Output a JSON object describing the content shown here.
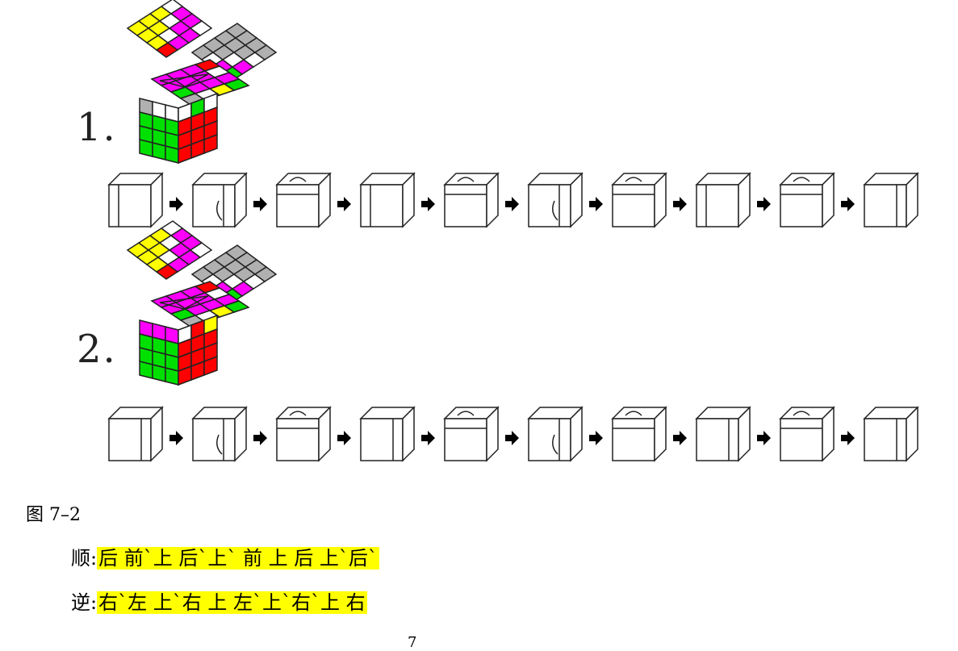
{
  "diagrams": [
    {
      "step_label": "1.",
      "top_left": "yellow-tiles",
      "top_right": "gray-tiles"
    },
    {
      "step_label": "2.",
      "top_left": "yellow-tiles",
      "top_right": "gray-tiles"
    }
  ],
  "colors": {
    "yellow": "#ffff00",
    "gray": "#b0b0b0",
    "magenta": "#ff00ff",
    "red": "#ff0000",
    "green": "#00e000",
    "white": "#ffffff",
    "highlight": "#ffff00"
  },
  "figure_caption": "图 7–2",
  "formulas": [
    {
      "label": "顺:",
      "moves": "后 前`上 后`上`  前 上 后 上`后`"
    },
    {
      "label": "逆:",
      "moves": "右`左 上`右 上 左`上`右`上 右"
    }
  ],
  "page_number": "7"
}
